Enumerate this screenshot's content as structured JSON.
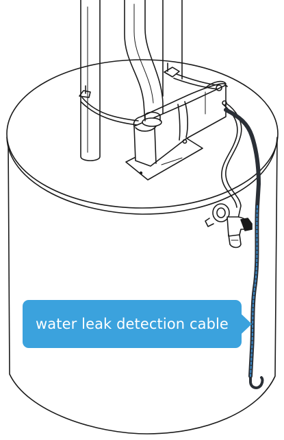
{
  "callout": {
    "label": "water leak detection cable"
  },
  "colors": {
    "line_art": "#1a1a1a",
    "cable_dark": "#2a2f36",
    "cable_blue": "#3a86c4",
    "callout_bg": "#3ba2dd",
    "callout_text": "#ffffff"
  },
  "icons": {
    "water_heater": "water-heater-illustration",
    "sensor": "leak-sensor-device",
    "cable": "detection-cable"
  }
}
